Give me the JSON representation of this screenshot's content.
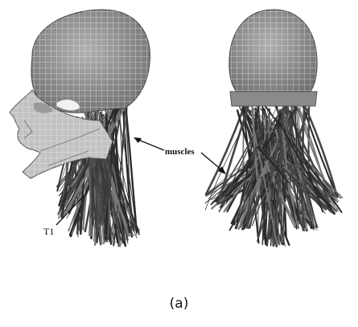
{
  "labels": {
    "muscles": "muscles",
    "t1": "T1"
  },
  "caption": "(a)"
}
